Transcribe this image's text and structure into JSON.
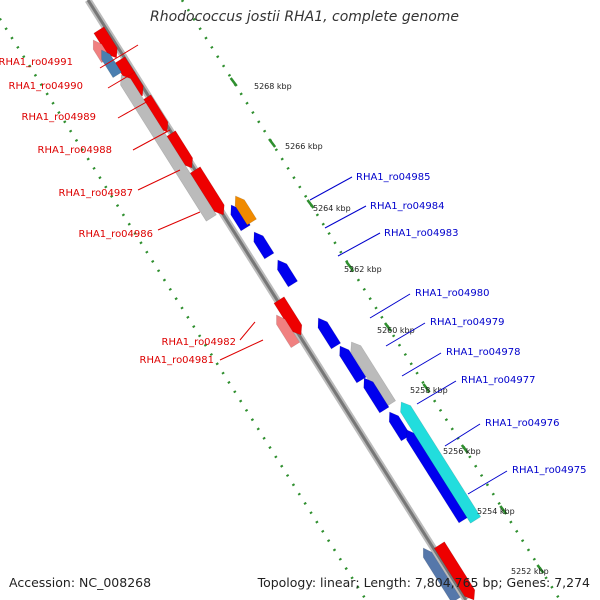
{
  "title": "Rhodococcus jostii RHA1, complete genome",
  "footer": {
    "accession": "Accession: NC_008268",
    "summary": "Topology: linear; Length: 7,804,765 bp; Genes: 7,274"
  },
  "colors": {
    "forward_label": "#dd0000",
    "reverse_label": "#0000cc",
    "backbone": "#888888",
    "tick_dash": "#2f8f2f"
  },
  "ticks": [
    "5268 kbp",
    "5266 kbp",
    "5264 kbp",
    "5262 kbp",
    "5260 kbp",
    "5258 kbp",
    "5256 kbp",
    "5254 kbp",
    "5252 kbp"
  ],
  "left_labels": [
    "RHA1_ro04991",
    "RHA1_ro04990",
    "RHA1_ro04989",
    "RHA1_ro04988",
    "RHA1_ro04987",
    "RHA1_ro04986",
    "RHA1_ro04982",
    "RHA1_ro04981"
  ],
  "right_labels": [
    "RHA1_ro04985",
    "RHA1_ro04984",
    "RHA1_ro04983",
    "RHA1_ro04980",
    "RHA1_ro04979",
    "RHA1_ro04978",
    "RHA1_ro04977",
    "RHA1_ro04976",
    "RHA1_ro04975"
  ]
}
